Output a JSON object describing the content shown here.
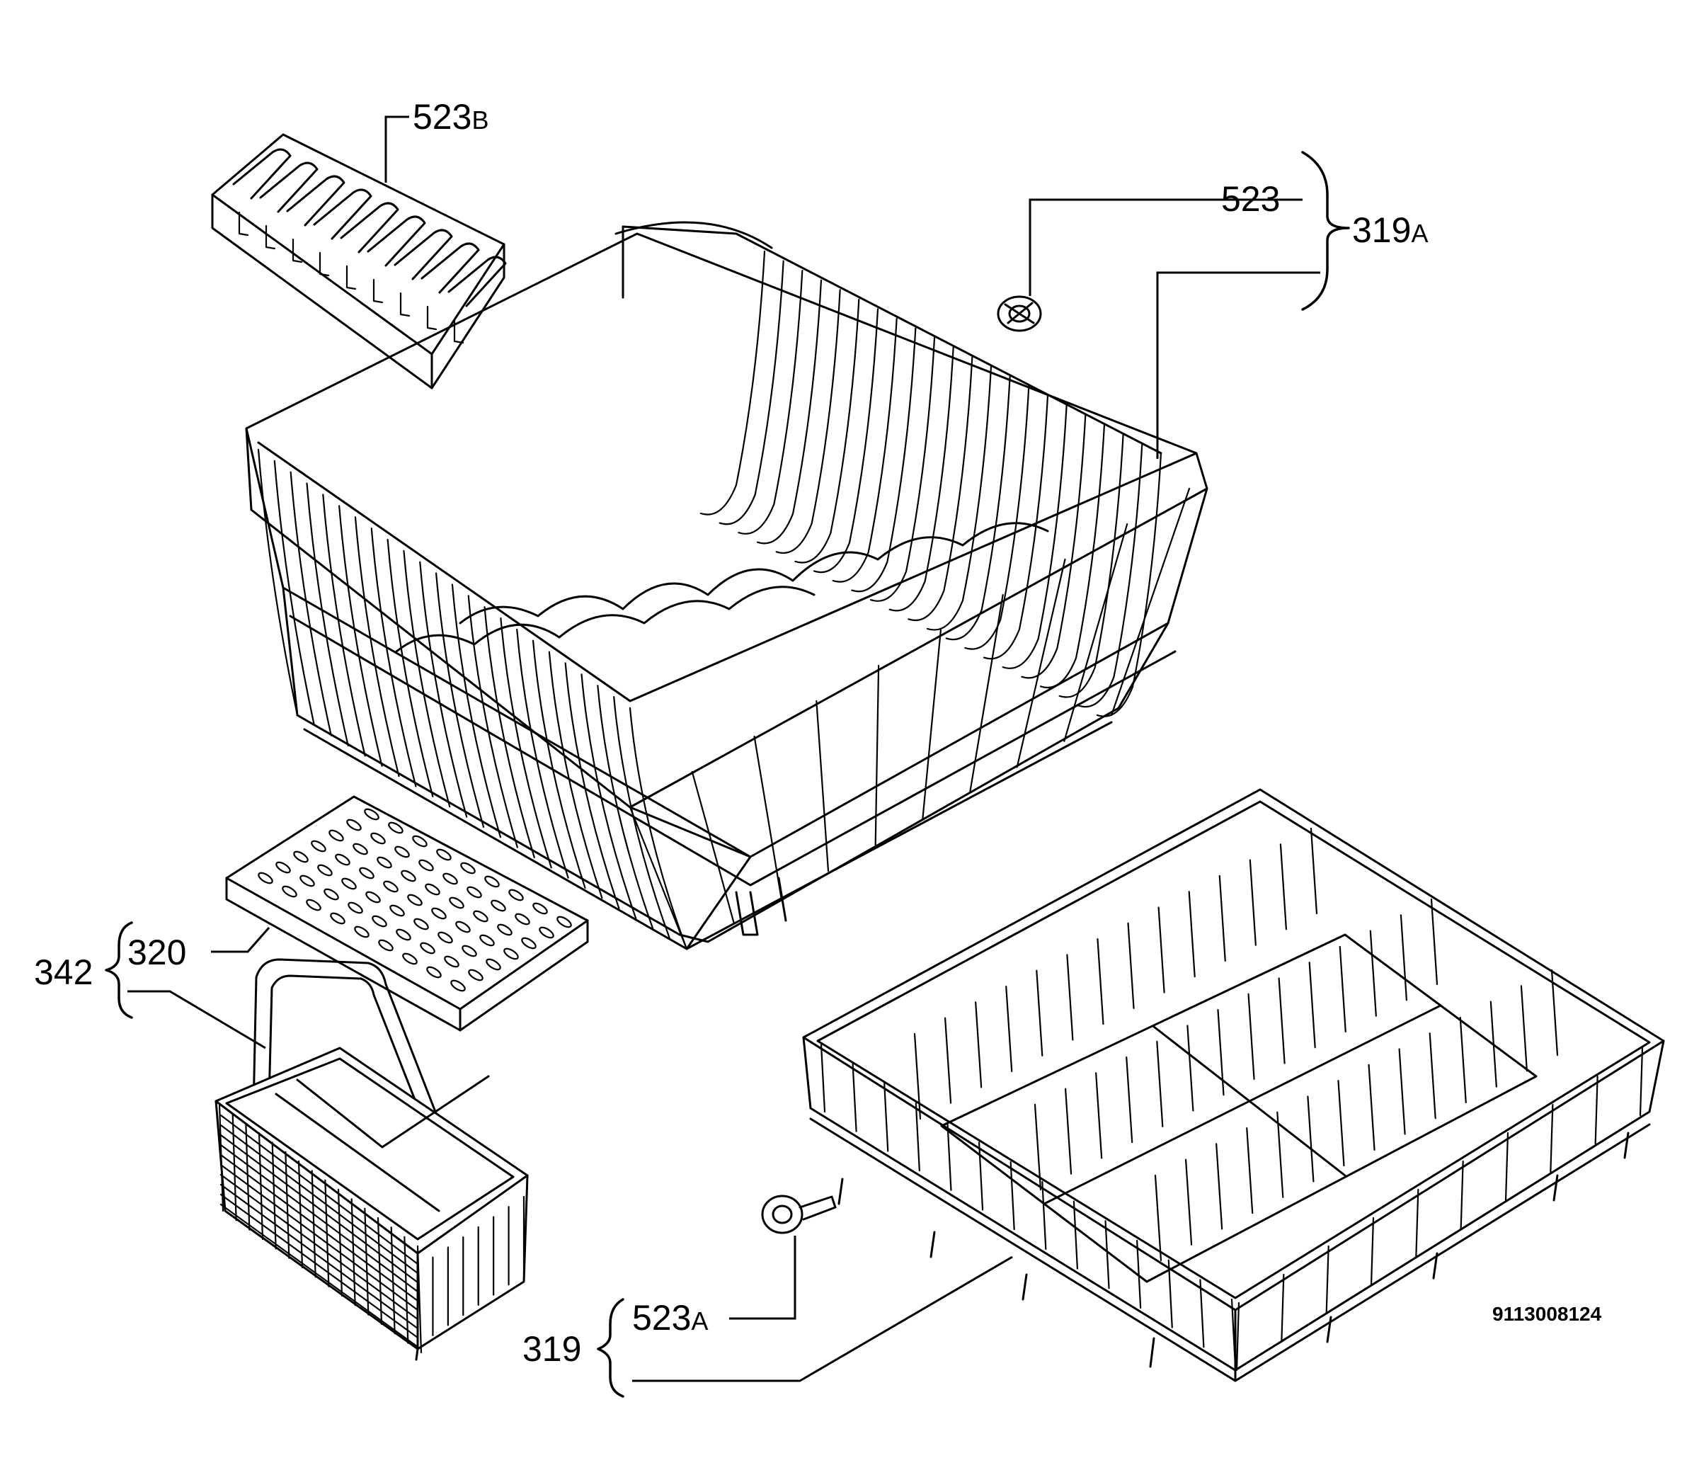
{
  "labels": {
    "p523b": {
      "num": "523",
      "suffix": "B"
    },
    "p523": {
      "num": "523"
    },
    "p319a": {
      "num": "319",
      "suffix": "A"
    },
    "p342": {
      "num": "342"
    },
    "p320": {
      "num": "320"
    },
    "p523a": {
      "num": "523",
      "suffix": "A"
    },
    "p319": {
      "num": "319"
    }
  },
  "reference_number": "9113008124"
}
